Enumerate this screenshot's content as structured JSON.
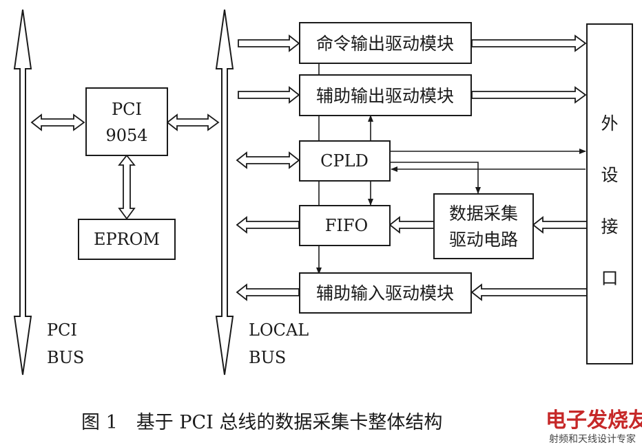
{
  "blocks": {
    "pci9054": [
      "PCI",
      "9054"
    ],
    "eprom": "EPROM",
    "cmd_out": "命令输出驱动模块",
    "aux_out": "辅助输出驱动模块",
    "cpld": "CPLD",
    "fifo": "FIFO",
    "daq": [
      "数据采集",
      "驱动电路"
    ],
    "aux_in": "辅助输入驱动模块",
    "interface": [
      "外",
      "设",
      "接",
      "口"
    ]
  },
  "bus_labels": {
    "pci": [
      "PCI",
      "BUS"
    ],
    "local": [
      "LOCAL",
      "BUS"
    ]
  },
  "caption": "图 1　基于 PCI 总线的数据采集卡整体结构",
  "watermark": {
    "main": "电子发烧友",
    "sub": "射频和天线设计专家"
  },
  "colors": {
    "stroke": "#1a1a1a",
    "watermark": "#c62828"
  }
}
